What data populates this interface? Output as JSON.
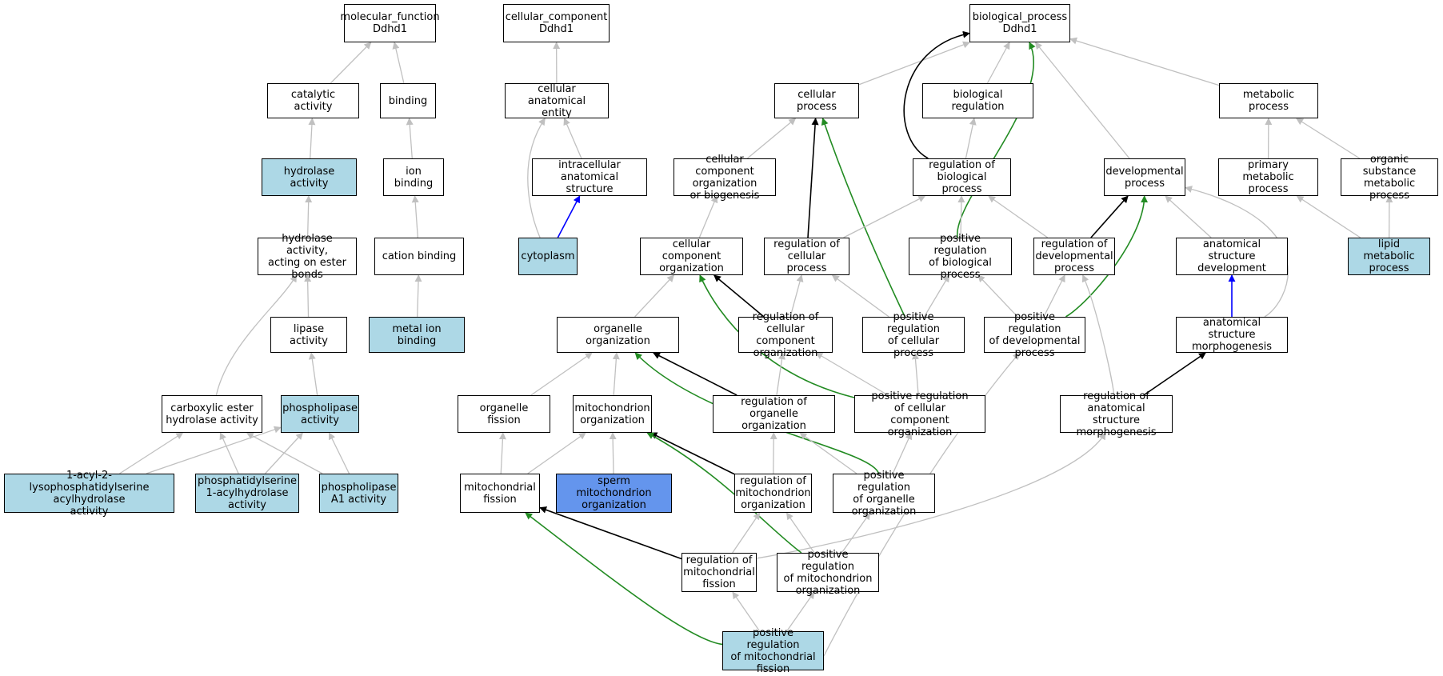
{
  "colors": {
    "default_fill": "#ffffff",
    "annotated_fill": "#add8e6",
    "highlight_fill": "#6495ed",
    "edge_is_a": "#c0c0c0",
    "edge_part_of": "#0000ff",
    "edge_regulates": "#000000",
    "edge_positively_regulates": "#228b22"
  },
  "nodes": [
    {
      "id": "mf",
      "label": "molecular_function\nDdhd1",
      "fill": "default_fill"
    },
    {
      "id": "cc",
      "label": "cellular_component\nDdhd1",
      "fill": "default_fill"
    },
    {
      "id": "bp",
      "label": "biological_process\nDdhd1",
      "fill": "default_fill"
    },
    {
      "id": "catalytic",
      "label": "catalytic activity",
      "fill": "default_fill"
    },
    {
      "id": "binding",
      "label": "binding",
      "fill": "default_fill"
    },
    {
      "id": "cae",
      "label": "cellular anatomical\nentity",
      "fill": "default_fill"
    },
    {
      "id": "cellproc",
      "label": "cellular process",
      "fill": "default_fill"
    },
    {
      "id": "bioreg",
      "label": "biological regulation",
      "fill": "default_fill"
    },
    {
      "id": "metab",
      "label": "metabolic process",
      "fill": "default_fill"
    },
    {
      "id": "hydrolase",
      "label": "hydrolase activity",
      "fill": "annotated_fill"
    },
    {
      "id": "ionbind",
      "label": "ion binding",
      "fill": "default_fill"
    },
    {
      "id": "intracell",
      "label": "intracellular\nanatomical structure",
      "fill": "default_fill"
    },
    {
      "id": "ccob",
      "label": "cellular component\norganization\nor biogenesis",
      "fill": "default_fill"
    },
    {
      "id": "regbio",
      "label": "regulation of\nbiological process",
      "fill": "default_fill"
    },
    {
      "id": "devproc",
      "label": "developmental\nprocess",
      "fill": "default_fill"
    },
    {
      "id": "primmet",
      "label": "primary metabolic\nprocess",
      "fill": "default_fill"
    },
    {
      "id": "orgsub",
      "label": "organic substance\nmetabolic process",
      "fill": "default_fill"
    },
    {
      "id": "hydroester",
      "label": "hydrolase activity,\nacting on ester\nbonds",
      "fill": "default_fill"
    },
    {
      "id": "cationbind",
      "label": "cation binding",
      "fill": "default_fill"
    },
    {
      "id": "cytoplasm",
      "label": "cytoplasm",
      "fill": "annotated_fill"
    },
    {
      "id": "ccorg",
      "label": "cellular component\norganization",
      "fill": "default_fill"
    },
    {
      "id": "regcell",
      "label": "regulation of\ncellular process",
      "fill": "default_fill"
    },
    {
      "id": "posregbio",
      "label": "positive regulation\nof biological\nprocess",
      "fill": "default_fill"
    },
    {
      "id": "regdev",
      "label": "regulation of\ndevelopmental\nprocess",
      "fill": "default_fill"
    },
    {
      "id": "asdev",
      "label": "anatomical structure\ndevelopment",
      "fill": "default_fill"
    },
    {
      "id": "lipidmet",
      "label": "lipid metabolic\nprocess",
      "fill": "annotated_fill"
    },
    {
      "id": "lipase",
      "label": "lipase activity",
      "fill": "default_fill"
    },
    {
      "id": "metalion",
      "label": "metal ion binding",
      "fill": "annotated_fill"
    },
    {
      "id": "orgorg",
      "label": "organelle organization",
      "fill": "default_fill"
    },
    {
      "id": "regccorg",
      "label": "regulation of\ncellular component\norganization",
      "fill": "default_fill"
    },
    {
      "id": "posregcell",
      "label": "positive regulation\nof cellular\nprocess",
      "fill": "default_fill"
    },
    {
      "id": "posregdev",
      "label": "positive regulation\nof developmental\nprocess",
      "fill": "default_fill"
    },
    {
      "id": "asmorph",
      "label": "anatomical structure\nmorphogenesis",
      "fill": "default_fill"
    },
    {
      "id": "carbox",
      "label": "carboxylic ester\nhydrolase activity",
      "fill": "default_fill"
    },
    {
      "id": "phospholipase",
      "label": "phospholipase\nactivity",
      "fill": "annotated_fill"
    },
    {
      "id": "orgfission",
      "label": "organelle fission",
      "fill": "default_fill"
    },
    {
      "id": "mitoorg",
      "label": "mitochondrion\norganization",
      "fill": "default_fill"
    },
    {
      "id": "regorgorg",
      "label": "regulation of\norganelle organization",
      "fill": "default_fill"
    },
    {
      "id": "posregccorg",
      "label": "positive regulation\nof cellular\ncomponent organization",
      "fill": "default_fill"
    },
    {
      "id": "regasmorph",
      "label": "regulation of\nanatomical structure\nmorphogenesis",
      "fill": "default_fill"
    },
    {
      "id": "acyl",
      "label": "1-acyl-2-lysophosphatidylserine\nacylhydrolase\nactivity",
      "fill": "annotated_fill"
    },
    {
      "id": "ps1acyl",
      "label": "phosphatidylserine\n1-acylhydrolase\nactivity",
      "fill": "annotated_fill"
    },
    {
      "id": "pla1",
      "label": "phospholipase\nA1 activity",
      "fill": "annotated_fill"
    },
    {
      "id": "mitofission",
      "label": "mitochondrial\nfission",
      "fill": "default_fill"
    },
    {
      "id": "spermmito",
      "label": "sperm mitochondrion\norganization",
      "fill": "highlight_fill"
    },
    {
      "id": "regmitoorg",
      "label": "regulation of\nmitochondrion\norganization",
      "fill": "default_fill"
    },
    {
      "id": "posregorgorg",
      "label": "positive regulation\nof organelle\norganization",
      "fill": "default_fill"
    },
    {
      "id": "regmitofis",
      "label": "regulation of\nmitochondrial\nfission",
      "fill": "default_fill"
    },
    {
      "id": "posregmitoorg",
      "label": "positive regulation\nof mitochondrion\norganization",
      "fill": "default_fill"
    },
    {
      "id": "posregmitofis",
      "label": "positive regulation\nof mitochondrial\nfission",
      "fill": "annotated_fill"
    }
  ],
  "edges": [
    {
      "from": "catalytic",
      "to": "mf",
      "type": "edge_is_a"
    },
    {
      "from": "binding",
      "to": "mf",
      "type": "edge_is_a"
    },
    {
      "from": "cae",
      "to": "cc",
      "type": "edge_is_a"
    },
    {
      "from": "cellproc",
      "to": "bp",
      "type": "edge_is_a"
    },
    {
      "from": "bioreg",
      "to": "bp",
      "type": "edge_is_a"
    },
    {
      "from": "metab",
      "to": "bp",
      "type": "edge_is_a"
    },
    {
      "from": "devproc",
      "to": "bp",
      "type": "edge_is_a"
    },
    {
      "from": "regbio",
      "to": "bp",
      "type": "edge_regulates"
    },
    {
      "from": "posregbio",
      "to": "bp",
      "type": "edge_positively_regulates"
    },
    {
      "from": "hydrolase",
      "to": "catalytic",
      "type": "edge_is_a"
    },
    {
      "from": "ionbind",
      "to": "binding",
      "type": "edge_is_a"
    },
    {
      "from": "intracell",
      "to": "cae",
      "type": "edge_is_a"
    },
    {
      "from": "cytoplasm",
      "to": "cae",
      "type": "edge_is_a"
    },
    {
      "from": "cytoplasm",
      "to": "intracell",
      "type": "edge_part_of"
    },
    {
      "from": "ccob",
      "to": "cellproc",
      "type": "edge_is_a"
    },
    {
      "from": "regcell",
      "to": "cellproc",
      "type": "edge_regulates"
    },
    {
      "from": "posregcell",
      "to": "cellproc",
      "type": "edge_positively_regulates"
    },
    {
      "from": "regbio",
      "to": "bioreg",
      "type": "edge_is_a"
    },
    {
      "from": "primmet",
      "to": "metab",
      "type": "edge_is_a"
    },
    {
      "from": "orgsub",
      "to": "metab",
      "type": "edge_is_a"
    },
    {
      "from": "lipidmet",
      "to": "primmet",
      "type": "edge_is_a"
    },
    {
      "from": "lipidmet",
      "to": "orgsub",
      "type": "edge_is_a"
    },
    {
      "from": "hydroester",
      "to": "hydrolase",
      "type": "edge_is_a"
    },
    {
      "from": "cationbind",
      "to": "ionbind",
      "type": "edge_is_a"
    },
    {
      "from": "metalion",
      "to": "cationbind",
      "type": "edge_is_a"
    },
    {
      "from": "ccorg",
      "to": "ccob",
      "type": "edge_is_a"
    },
    {
      "from": "regcell",
      "to": "regbio",
      "type": "edge_is_a"
    },
    {
      "from": "posregbio",
      "to": "regbio",
      "type": "edge_is_a"
    },
    {
      "from": "regdev",
      "to": "regbio",
      "type": "edge_is_a"
    },
    {
      "from": "regdev",
      "to": "devproc",
      "type": "edge_regulates"
    },
    {
      "from": "asdev",
      "to": "devproc",
      "type": "edge_is_a"
    },
    {
      "from": "asmorph",
      "to": "devproc",
      "type": "edge_is_a"
    },
    {
      "from": "posregdev",
      "to": "devproc",
      "type": "edge_positively_regulates"
    },
    {
      "from": "lipase",
      "to": "hydroester",
      "type": "edge_is_a"
    },
    {
      "from": "carbox",
      "to": "hydroester",
      "type": "edge_is_a"
    },
    {
      "from": "phospholipase",
      "to": "lipase",
      "type": "edge_is_a"
    },
    {
      "from": "orgorg",
      "to": "ccorg",
      "type": "edge_is_a"
    },
    {
      "from": "regccorg",
      "to": "ccorg",
      "type": "edge_regulates"
    },
    {
      "from": "posregccorg",
      "to": "ccorg",
      "type": "edge_positively_regulates"
    },
    {
      "from": "regccorg",
      "to": "regcell",
      "type": "edge_is_a"
    },
    {
      "from": "posregcell",
      "to": "regcell",
      "type": "edge_is_a"
    },
    {
      "from": "posregcell",
      "to": "posregbio",
      "type": "edge_is_a"
    },
    {
      "from": "posregdev",
      "to": "posregbio",
      "type": "edge_is_a"
    },
    {
      "from": "posregdev",
      "to": "regdev",
      "type": "edge_is_a"
    },
    {
      "from": "regasmorph",
      "to": "regdev",
      "type": "edge_is_a"
    },
    {
      "from": "asmorph",
      "to": "asdev",
      "type": "edge_part_of"
    },
    {
      "from": "regasmorph",
      "to": "asmorph",
      "type": "edge_regulates"
    },
    {
      "from": "orgfission",
      "to": "orgorg",
      "type": "edge_is_a"
    },
    {
      "from": "mitoorg",
      "to": "orgorg",
      "type": "edge_is_a"
    },
    {
      "from": "regorgorg",
      "to": "orgorg",
      "type": "edge_regulates"
    },
    {
      "from": "posregorgorg",
      "to": "orgorg",
      "type": "edge_positively_regulates"
    },
    {
      "from": "regorgorg",
      "to": "regccorg",
      "type": "edge_is_a"
    },
    {
      "from": "posregccorg",
      "to": "regccorg",
      "type": "edge_is_a"
    },
    {
      "from": "posregccorg",
      "to": "posregcell",
      "type": "edge_is_a"
    },
    {
      "from": "posregmitofis",
      "to": "posregdev",
      "type": "edge_is_a"
    },
    {
      "from": "regmitofis",
      "to": "regasmorph",
      "type": "edge_is_a"
    },
    {
      "from": "acyl",
      "to": "carbox",
      "type": "edge_is_a"
    },
    {
      "from": "ps1acyl",
      "to": "carbox",
      "type": "edge_is_a"
    },
    {
      "from": "pla1",
      "to": "carbox",
      "type": "edge_is_a"
    },
    {
      "from": "acyl",
      "to": "phospholipase",
      "type": "edge_is_a"
    },
    {
      "from": "ps1acyl",
      "to": "phospholipase",
      "type": "edge_is_a"
    },
    {
      "from": "pla1",
      "to": "phospholipase",
      "type": "edge_is_a"
    },
    {
      "from": "mitofission",
      "to": "orgfission",
      "type": "edge_is_a"
    },
    {
      "from": "mitofission",
      "to": "mitoorg",
      "type": "edge_is_a"
    },
    {
      "from": "spermmito",
      "to": "mitoorg",
      "type": "edge_is_a"
    },
    {
      "from": "regmitoorg",
      "to": "mitoorg",
      "type": "edge_regulates"
    },
    {
      "from": "posregmitoorg",
      "to": "mitoorg",
      "type": "edge_positively_regulates"
    },
    {
      "from": "regmitoorg",
      "to": "regorgorg",
      "type": "edge_is_a"
    },
    {
      "from": "posregorgorg",
      "to": "regorgorg",
      "type": "edge_is_a"
    },
    {
      "from": "posregorgorg",
      "to": "posregccorg",
      "type": "edge_is_a"
    },
    {
      "from": "regmitofis",
      "to": "mitofission",
      "type": "edge_regulates"
    },
    {
      "from": "posregmitofis",
      "to": "mitofission",
      "type": "edge_positively_regulates"
    },
    {
      "from": "regmitofis",
      "to": "regmitoorg",
      "type": "edge_is_a"
    },
    {
      "from": "posregmitoorg",
      "to": "regmitoorg",
      "type": "edge_is_a"
    },
    {
      "from": "posregmitoorg",
      "to": "posregorgorg",
      "type": "edge_is_a"
    },
    {
      "from": "posregmitofis",
      "to": "regmitofis",
      "type": "edge_is_a"
    },
    {
      "from": "posregmitofis",
      "to": "posregmitoorg",
      "type": "edge_is_a"
    }
  ]
}
